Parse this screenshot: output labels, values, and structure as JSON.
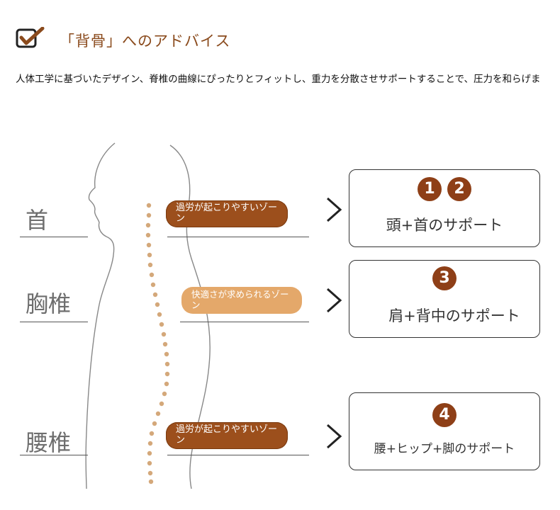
{
  "header": {
    "title": "「背骨」へのアドバイス",
    "lead": "人体工学に基づいたデザイン、脊椎の曲線にぴったりとフィットし、重力を分散させサポートすることで、圧力を和らげま"
  },
  "regions": [
    {
      "label": "首",
      "tag": "過労が起こりやすいゾーン",
      "tag_style": "dark",
      "card": {
        "badges": [
          "1",
          "2"
        ],
        "text": "頭+首のサポート"
      }
    },
    {
      "label": "胸椎",
      "tag": "快適さが求められるゾーン",
      "tag_style": "light",
      "card": {
        "badges": [
          "3"
        ],
        "text": "肩+背中のサポート"
      }
    },
    {
      "label": "腰椎",
      "tag": "過労が起こりやすいゾーン",
      "tag_style": "dark",
      "card": {
        "badges": [
          "4"
        ],
        "text": "腰+ヒップ+脚のサポート"
      }
    }
  ],
  "colors": {
    "accent_brown": "#8e3f17",
    "title_brown": "#8a4a1c",
    "light_tag": "#e4a86a",
    "spine_dots": "#d4a87a"
  },
  "icons": {
    "header": "checkbox-icon",
    "arrow": "chevron-right-icon"
  }
}
